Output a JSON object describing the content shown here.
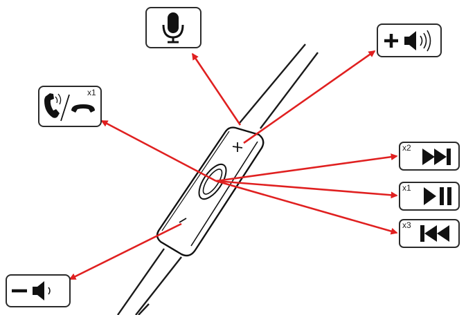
{
  "colors": {
    "arrow": "#e02020",
    "ink": "#111111",
    "box_border": "#2a2a2a",
    "background": "#ffffff"
  },
  "remote": {
    "plus_mark": "+",
    "minus_mark": "–"
  },
  "icons": [
    {
      "id": "mic",
      "icon": "microphone-icon",
      "badge": ""
    },
    {
      "id": "vol_up",
      "icon": "volume-up-icon",
      "badge": ""
    },
    {
      "id": "call",
      "icon": "answer-end-call-icon",
      "badge": "x1"
    },
    {
      "id": "next",
      "icon": "next-track-icon",
      "badge": "x2"
    },
    {
      "id": "play",
      "icon": "play-pause-icon",
      "badge": "x1"
    },
    {
      "id": "prev",
      "icon": "previous-track-icon",
      "badge": "x3"
    },
    {
      "id": "vol_down",
      "icon": "volume-down-icon",
      "badge": ""
    }
  ]
}
